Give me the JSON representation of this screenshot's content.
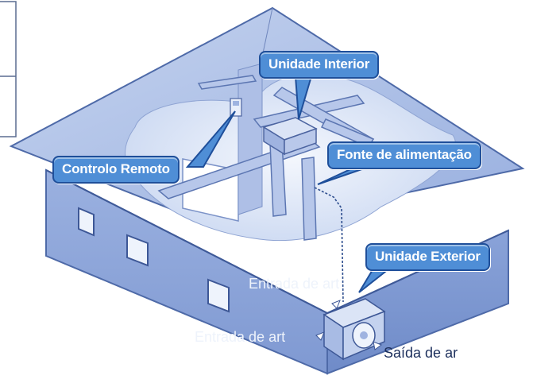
{
  "labels": {
    "unidade_interior": "Unidade Interior",
    "fonte_alimentacao": "Fonte de alimentação",
    "controlo_remoto": "Controlo Remoto",
    "unidade_exterior": "Unidade Exterior",
    "entrada_ar_1": "Entrada de art",
    "entrada_ar_2": "Entrada de art",
    "saida_ar": "Saída de ar"
  },
  "colors": {
    "roof": "#a9bde4",
    "wall_front": "#8fa7dc",
    "wall_side": "#7c97d0",
    "callout_fill": "#4f8ed6",
    "callout_border": "#1f4f9a",
    "label_text_light": "#eef3fb",
    "label_text_dark": "#1c2f5c"
  },
  "icons": [
    "ac-indoor-unit-icon",
    "ac-outdoor-unit-icon",
    "remote-control-icon",
    "duct-icon",
    "window-icon"
  ]
}
